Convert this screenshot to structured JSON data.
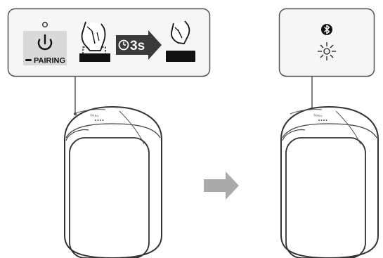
{
  "figure": {
    "step1_callout": {
      "power_button_label": "PAIRING",
      "hold_duration": "3s",
      "icons": [
        "power-icon",
        "finger-press-icon",
        "timer-clock-icon",
        "finger-release-icon"
      ]
    },
    "step2_callout": {
      "icons": [
        "bluetooth-icon",
        "blinking-indicator-icon"
      ]
    },
    "speaker": {
      "brand": "SONY"
    },
    "transition_icon": "right-arrow-icon",
    "colors": {
      "stroke": "#444444",
      "button_gray": "#d9d9d9",
      "callout_bg": "#f6f6f6",
      "arrow_gray": "#aaaaaa",
      "arrow_dark": "#3a3a3a"
    }
  }
}
